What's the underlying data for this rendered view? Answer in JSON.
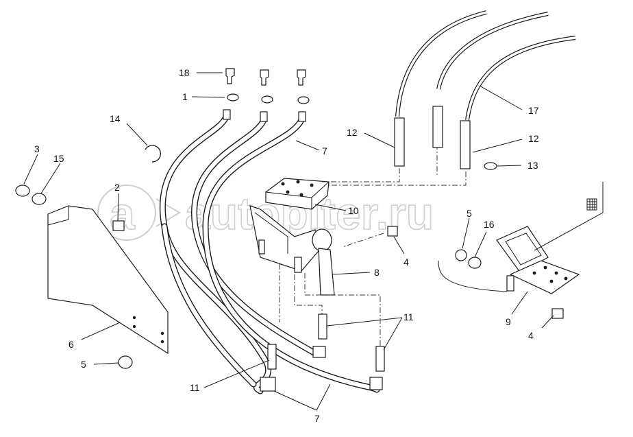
{
  "watermark": {
    "text": "autopiter.ru",
    "logo_letter": "a"
  },
  "colors": {
    "ink": "#1a1a1a",
    "watermark": "#cfcfcf",
    "background": "#ffffff"
  },
  "callouts": {
    "c18": "18",
    "c1": "1",
    "c14": "14",
    "c7_top": "7",
    "c3": "3",
    "c15": "15",
    "c2": "2",
    "c12_left": "12",
    "c12_right": "12",
    "c17": "17",
    "c13": "13",
    "c10": "10",
    "c5_right": "5",
    "c16": "16",
    "c4_mid": "4",
    "c8": "8",
    "c11_mid": "11",
    "c6": "6",
    "c5_left": "5",
    "c9": "9",
    "c4_right": "4",
    "c11_left": "11",
    "c7_bottom": "7"
  }
}
